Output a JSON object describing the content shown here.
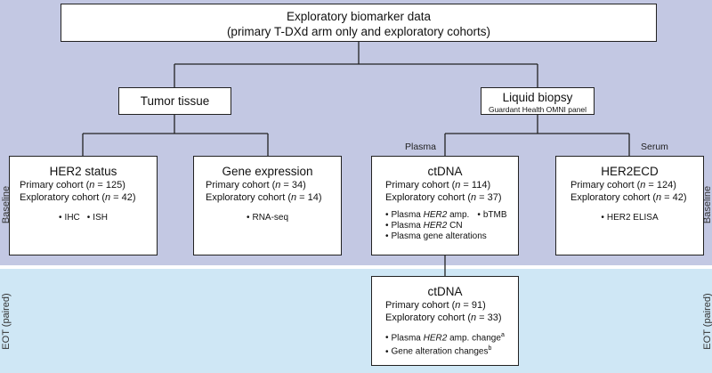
{
  "root": {
    "title": "Exploratory biomarker data",
    "subtitle": "(primary T-DXd arm only and exploratory cohorts)"
  },
  "tumor_tissue": {
    "label": "Tumor tissue"
  },
  "liquid_biopsy": {
    "label": "Liquid biopsy",
    "panel": "Guardant Health OMNI panel"
  },
  "branch_labels": {
    "plasma": "Plasma",
    "serum": "Serum"
  },
  "sections": {
    "baseline": "Baseline",
    "eot": "EOT (paired)"
  },
  "her2_status": {
    "title": "HER2 status",
    "primary": {
      "prefix": "Primary cohort (",
      "n": "n",
      "value": " = 125)"
    },
    "exploratory": {
      "prefix": "Exploratory cohort (",
      "n": "n",
      "value": " = 42)"
    },
    "bullets": [
      "IHC",
      "ISH"
    ]
  },
  "gene_expression": {
    "title": "Gene expression",
    "primary": {
      "prefix": "Primary cohort (",
      "n": "n",
      "value": " = 34)"
    },
    "exploratory": {
      "prefix": "Exploratory cohort (",
      "n": "n",
      "value": " = 14)"
    },
    "bullets": [
      "RNA-seq"
    ]
  },
  "ctdna_baseline": {
    "title": "ctDNA",
    "primary": {
      "prefix": "Primary cohort (",
      "n": "n",
      "value": " = 114)"
    },
    "exploratory": {
      "prefix": "Exploratory cohort (",
      "n": "n",
      "value": " = 37)"
    },
    "b1": {
      "pre": "Plasma ",
      "gene": "HER2",
      "post": " amp."
    },
    "b1b": "bTMB",
    "b2": {
      "pre": "Plasma ",
      "gene": "HER2",
      "post": " CN"
    },
    "b3": "Plasma gene alterations"
  },
  "her2ecd": {
    "title": "HER2ECD",
    "primary": {
      "prefix": "Primary cohort (",
      "n": "n",
      "value": " = 124)"
    },
    "exploratory": {
      "prefix": "Exploratory cohort (",
      "n": "n",
      "value": " = 42)"
    },
    "bullets": [
      "HER2 ELISA"
    ]
  },
  "ctdna_eot": {
    "title": "ctDNA",
    "primary": {
      "prefix": "Primary cohort (",
      "n": "n",
      "value": " = 91)"
    },
    "exploratory": {
      "prefix": "Exploratory cohort (",
      "n": "n",
      "value": " = 33)"
    },
    "b1": {
      "pre": "Plasma ",
      "gene": "HER2",
      "post": " amp. change",
      "sup": "a"
    },
    "b2": {
      "text": "Gene alteration changes",
      "sup": "b"
    }
  },
  "symbols": {
    "bullet": "•"
  },
  "colors": {
    "baseline_band": "#c3c8e3",
    "eot_band": "#cfe7f5",
    "box_fill": "#ffffff",
    "line": "#222222"
  }
}
